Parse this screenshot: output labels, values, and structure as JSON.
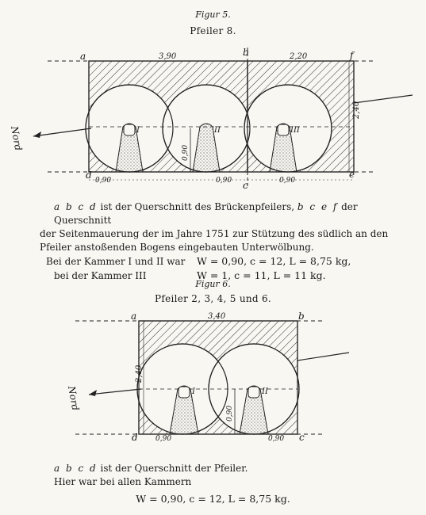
{
  "figure5": {
    "caption": "Figur 5.",
    "subtitle": "Pfeiler 8.",
    "labels": {
      "a": "a",
      "b": "b",
      "c": "c",
      "d": "d",
      "e": "e",
      "f": "f",
      "top_left_dim": "3,90",
      "top_right_dim": "2,20",
      "right_dim": "2,40",
      "chamber1": "I",
      "chamber2": "II",
      "chamber3": "III",
      "height": "0,90",
      "bot1": "0,90",
      "bot2": "0,90",
      "bot3": "0,90",
      "nord": "Nord"
    }
  },
  "text5": {
    "line1_italic": "a b c d",
    "line1_rest_a": " ist der Querschnitt des Brückenpfeilers, ",
    "line1_italic2": "b c e f",
    "line1_rest_b": " der Querschnitt",
    "line2": "der Seitenmauerung der im Jahre 1751 zur Stützung des südlich an den",
    "line3": "Pfeiler anstoßenden Bogens eingebauten Unterwölbung.",
    "line4_label": "Bei der Kammer I und II war",
    "line4_formula": "W = 0,90,  c = 12,  L = 8,75 kg,",
    "line5_label": "bei der Kammer III",
    "line5_formula": "W = 1,     c = 11,  L = 11 kg."
  },
  "figure6": {
    "caption": "Figur 6.",
    "subtitle": "Pfeiler 2, 3, 4, 5 und 6.",
    "labels": {
      "a": "a",
      "b": "b",
      "c": "c",
      "d": "d",
      "top_dim": "3,40",
      "left_dim": "2,40",
      "chamber1": "I",
      "chamber2": "II",
      "height": "0,90",
      "bot1": "0,90",
      "bot2": "0,90",
      "nord": "Nord"
    }
  },
  "text6": {
    "line1_italic": "a b c d",
    "line1_rest": " ist der Querschnitt der Pfeiler.",
    "line2": "Hier war bei allen Kammern",
    "formula": "W = 0,90,  c = 12,  L = 8,75 kg."
  }
}
